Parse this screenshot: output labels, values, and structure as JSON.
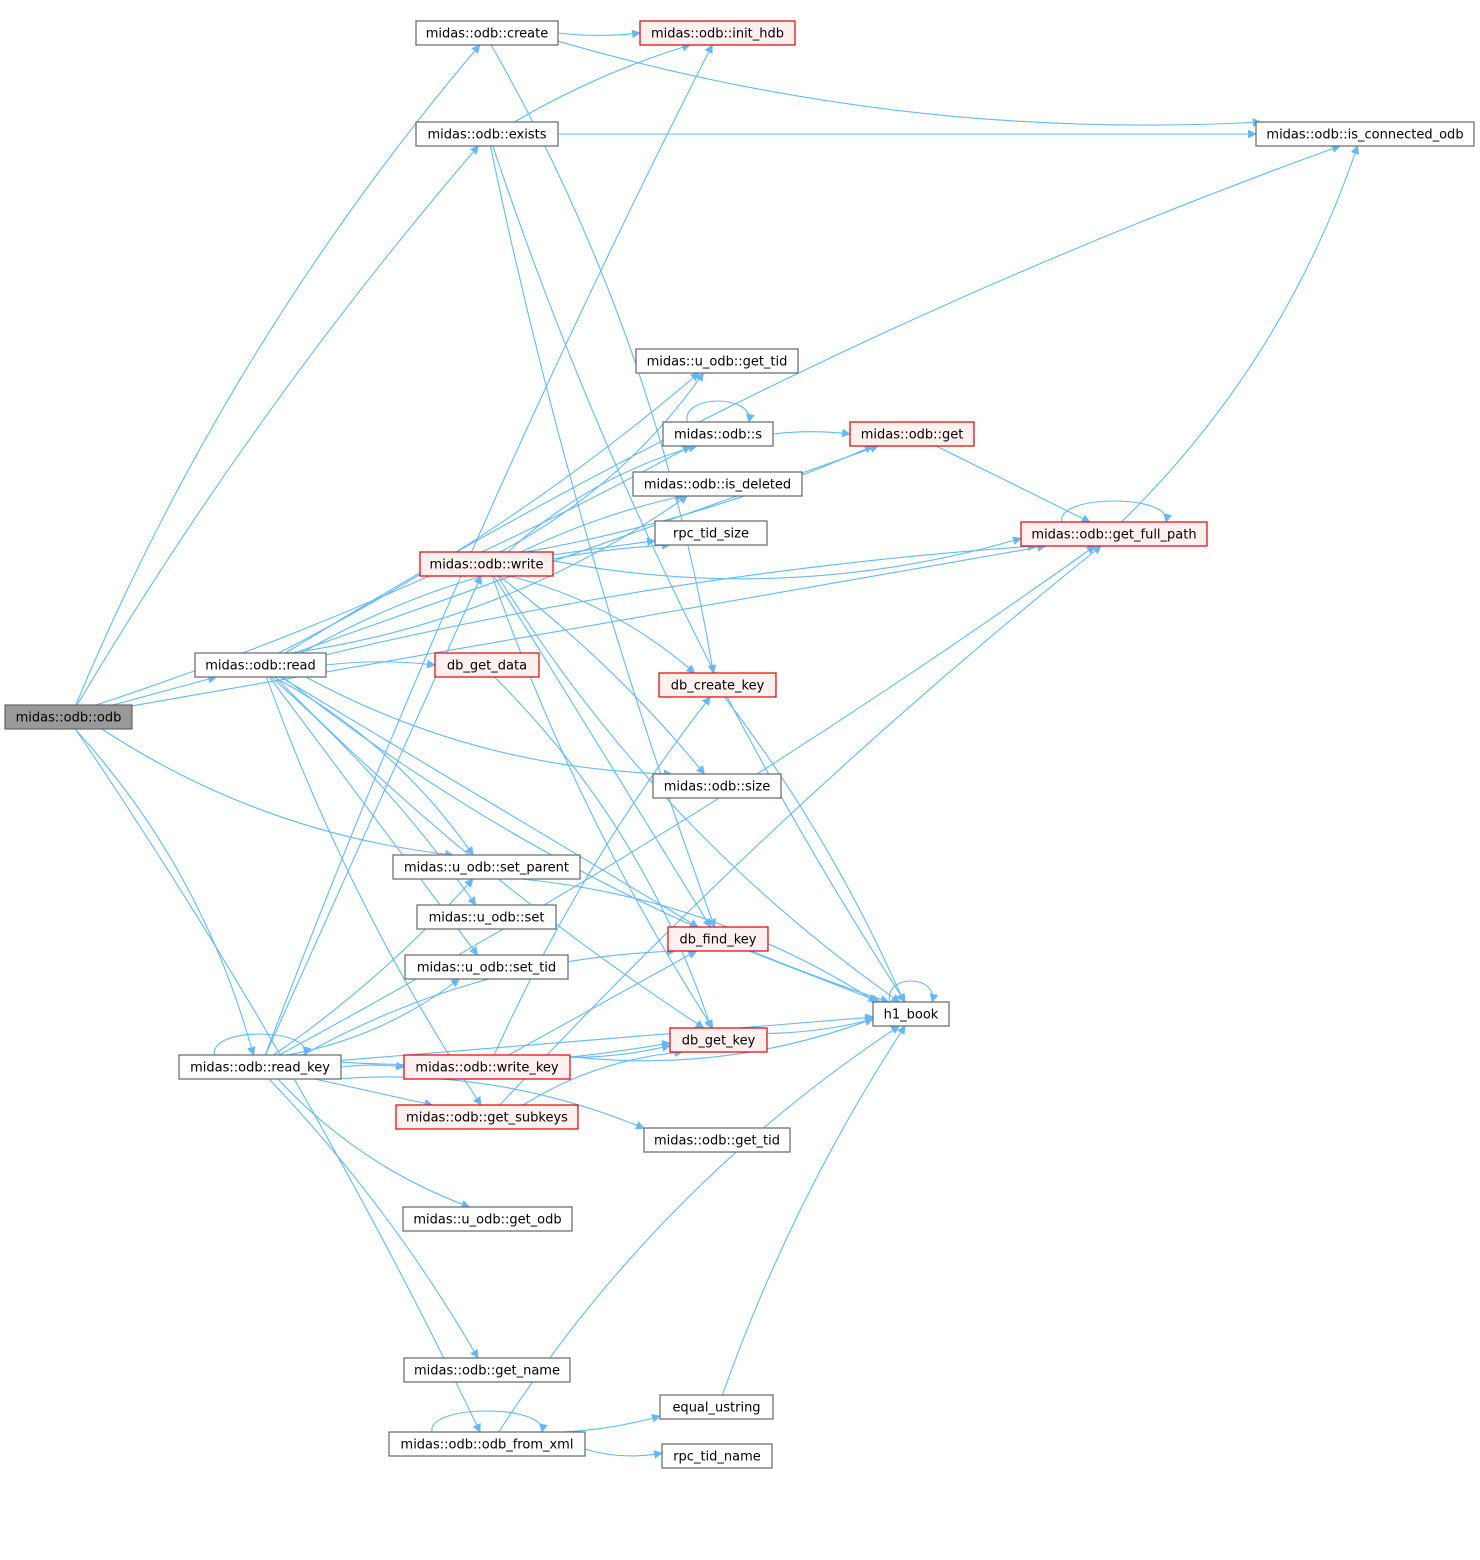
{
  "colors": {
    "edge": "#63b8ff",
    "normal_fill": "#ffffff",
    "normal_stroke": "#666666",
    "highlight_fill": "#fff0f0",
    "highlight_stroke": "#e00000",
    "root_fill": "#999999",
    "root_stroke": "#666666",
    "text": "#000000"
  },
  "nodes": [
    {
      "id": "odb",
      "label": "midas::odb::odb",
      "style": "root"
    },
    {
      "id": "create",
      "label": "midas::odb::create",
      "style": "normal"
    },
    {
      "id": "init_hdb",
      "label": "midas::odb::init_hdb",
      "style": "highlight"
    },
    {
      "id": "exists",
      "label": "midas::odb::exists",
      "style": "normal"
    },
    {
      "id": "is_connected_odb",
      "label": "midas::odb::is_connected_odb",
      "style": "normal"
    },
    {
      "id": "u_get_tid",
      "label": "midas::u_odb::get_tid",
      "style": "normal"
    },
    {
      "id": "s",
      "label": "midas::odb::s",
      "style": "normal"
    },
    {
      "id": "get",
      "label": "midas::odb::get",
      "style": "highlight"
    },
    {
      "id": "is_deleted",
      "label": "midas::odb::is_deleted",
      "style": "normal"
    },
    {
      "id": "rpc_tid_size",
      "label": "rpc_tid_size",
      "style": "normal"
    },
    {
      "id": "get_full_path",
      "label": "midas::odb::get_full_path",
      "style": "highlight"
    },
    {
      "id": "write",
      "label": "midas::odb::write",
      "style": "highlight"
    },
    {
      "id": "read",
      "label": "midas::odb::read",
      "style": "normal"
    },
    {
      "id": "db_get_data",
      "label": "db_get_data",
      "style": "highlight"
    },
    {
      "id": "db_create_key",
      "label": "db_create_key",
      "style": "highlight"
    },
    {
      "id": "size",
      "label": "midas::odb::size",
      "style": "normal"
    },
    {
      "id": "set_parent",
      "label": "midas::u_odb::set_parent",
      "style": "normal"
    },
    {
      "id": "u_set",
      "label": "midas::u_odb::set",
      "style": "normal"
    },
    {
      "id": "db_find_key",
      "label": "db_find_key",
      "style": "highlight"
    },
    {
      "id": "set_tid",
      "label": "midas::u_odb::set_tid",
      "style": "normal"
    },
    {
      "id": "h1_book",
      "label": "h1_book",
      "style": "normal"
    },
    {
      "id": "db_get_key",
      "label": "db_get_key",
      "style": "highlight"
    },
    {
      "id": "read_key",
      "label": "midas::odb::read_key",
      "style": "normal"
    },
    {
      "id": "write_key",
      "label": "midas::odb::write_key",
      "style": "highlight"
    },
    {
      "id": "get_subkeys",
      "label": "midas::odb::get_subkeys",
      "style": "highlight"
    },
    {
      "id": "get_tid",
      "label": "midas::odb::get_tid",
      "style": "normal"
    },
    {
      "id": "get_odb",
      "label": "midas::u_odb::get_odb",
      "style": "normal"
    },
    {
      "id": "get_name",
      "label": "midas::odb::get_name",
      "style": "normal"
    },
    {
      "id": "equal_ustring",
      "label": "equal_ustring",
      "style": "normal"
    },
    {
      "id": "odb_from_xml",
      "label": "midas::odb::odb_from_xml",
      "style": "normal"
    },
    {
      "id": "rpc_tid_name",
      "label": "rpc_tid_name",
      "style": "normal"
    }
  ],
  "edges": [
    {
      "from": "odb",
      "to": "create"
    },
    {
      "from": "odb",
      "to": "exists"
    },
    {
      "from": "odb",
      "to": "read"
    },
    {
      "from": "odb",
      "to": "s"
    },
    {
      "from": "odb",
      "to": "set_parent"
    },
    {
      "from": "odb",
      "to": "read_key"
    },
    {
      "from": "odb",
      "to": "odb_from_xml"
    },
    {
      "from": "odb",
      "to": "get_full_path"
    },
    {
      "from": "create",
      "to": "init_hdb"
    },
    {
      "from": "create",
      "to": "is_connected_odb"
    },
    {
      "from": "create",
      "to": "db_create_key"
    },
    {
      "from": "exists",
      "to": "init_hdb"
    },
    {
      "from": "exists",
      "to": "is_connected_odb"
    },
    {
      "from": "exists",
      "to": "db_find_key"
    },
    {
      "from": "exists",
      "to": "h1_book"
    },
    {
      "from": "read",
      "to": "is_connected_odb"
    },
    {
      "from": "read",
      "to": "get_full_path"
    },
    {
      "from": "read",
      "to": "get"
    },
    {
      "from": "read",
      "to": "u_get_tid"
    },
    {
      "from": "read",
      "to": "is_deleted"
    },
    {
      "from": "read",
      "to": "rpc_tid_size"
    },
    {
      "from": "read",
      "to": "db_get_data"
    },
    {
      "from": "read",
      "to": "db_find_key"
    },
    {
      "from": "read",
      "to": "db_get_key"
    },
    {
      "from": "read",
      "to": "h1_book"
    },
    {
      "from": "read",
      "to": "set_parent"
    },
    {
      "from": "read",
      "to": "u_set"
    },
    {
      "from": "read",
      "to": "set_tid"
    },
    {
      "from": "read",
      "to": "get_subkeys"
    },
    {
      "from": "read",
      "to": "size"
    },
    {
      "from": "read_key",
      "to": "read_key"
    },
    {
      "from": "read_key",
      "to": "init_hdb"
    },
    {
      "from": "read_key",
      "to": "write"
    },
    {
      "from": "read_key",
      "to": "set_parent"
    },
    {
      "from": "read_key",
      "to": "set_tid"
    },
    {
      "from": "read_key",
      "to": "db_find_key"
    },
    {
      "from": "read_key",
      "to": "write_key"
    },
    {
      "from": "read_key",
      "to": "get_subkeys"
    },
    {
      "from": "read_key",
      "to": "db_get_key"
    },
    {
      "from": "read_key",
      "to": "get_odb"
    },
    {
      "from": "read_key",
      "to": "get_tid"
    },
    {
      "from": "read_key",
      "to": "get_name"
    },
    {
      "from": "read_key",
      "to": "h1_book"
    },
    {
      "from": "read_key",
      "to": "get_full_path"
    },
    {
      "from": "write",
      "to": "u_get_tid"
    },
    {
      "from": "write",
      "to": "s"
    },
    {
      "from": "write",
      "to": "is_deleted"
    },
    {
      "from": "write",
      "to": "rpc_tid_size"
    },
    {
      "from": "write",
      "to": "get"
    },
    {
      "from": "write",
      "to": "get_full_path"
    },
    {
      "from": "write",
      "to": "db_create_key"
    },
    {
      "from": "write",
      "to": "size"
    },
    {
      "from": "write",
      "to": "db_find_key"
    },
    {
      "from": "write",
      "to": "db_get_key"
    },
    {
      "from": "write",
      "to": "h1_book"
    },
    {
      "from": "s",
      "to": "s"
    },
    {
      "from": "s",
      "to": "get"
    },
    {
      "from": "get",
      "to": "get_full_path"
    },
    {
      "from": "get_full_path",
      "to": "get_full_path"
    },
    {
      "from": "get_full_path",
      "to": "is_connected_odb"
    },
    {
      "from": "db_get_data",
      "to": "db_get_key"
    },
    {
      "from": "db_create_key",
      "to": "h1_book"
    },
    {
      "from": "db_find_key",
      "to": "h1_book"
    },
    {
      "from": "db_get_key",
      "to": "h1_book"
    },
    {
      "from": "h1_book",
      "to": "h1_book"
    },
    {
      "from": "set_parent",
      "to": "h1_book"
    },
    {
      "from": "write_key",
      "to": "db_create_key"
    },
    {
      "from": "write_key",
      "to": "db_find_key"
    },
    {
      "from": "write_key",
      "to": "db_get_key"
    },
    {
      "from": "write_key",
      "to": "h1_book"
    },
    {
      "from": "get_subkeys",
      "to": "db_get_key"
    },
    {
      "from": "get_subkeys",
      "to": "get_full_path"
    },
    {
      "from": "odb_from_xml",
      "to": "odb_from_xml"
    },
    {
      "from": "odb_from_xml",
      "to": "equal_ustring"
    },
    {
      "from": "odb_from_xml",
      "to": "rpc_tid_name"
    },
    {
      "from": "odb_from_xml",
      "to": "h1_book"
    },
    {
      "from": "equal_ustring",
      "to": "h1_book"
    }
  ]
}
